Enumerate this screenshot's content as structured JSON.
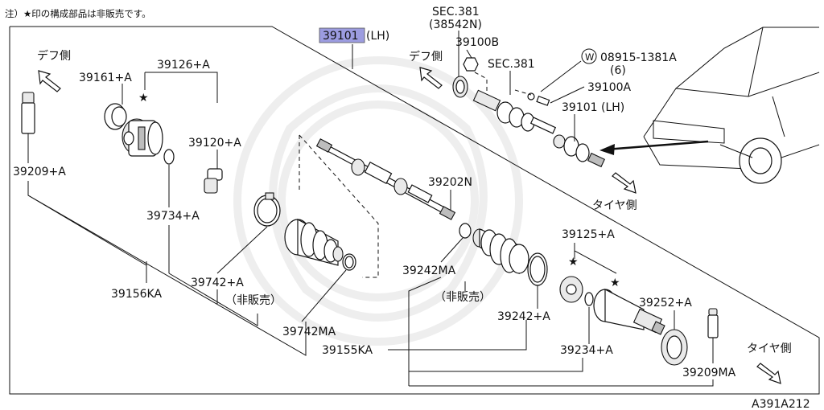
{
  "note": "注）★印の構成部品は非販売です。",
  "figure_code": "A391A212",
  "labels": {
    "title_part": "39101",
    "title_part_suffix": "(LH)",
    "diff_side_left": "デフ側",
    "diff_side_right": "デフ側",
    "tire_side_right": "タイヤ側",
    "tire_side_bottom": "タイヤ側",
    "p39161": "39161+A",
    "p39126": "39126+A",
    "p39120": "39120+A",
    "p39209": "39209+A",
    "p39734": "39734+A",
    "p39742": "39742+A",
    "not_for_sale_1": "（非販売）",
    "p39156": "39156KA",
    "p39742ma": "39742MA",
    "sec381_top": "SEC.381",
    "sec381_top_sub": "(38542N)",
    "p39100b": "39100B",
    "sec381_mid": "SEC.381",
    "w_symbol": "W",
    "bolt_no": "08915-1381A",
    "bolt_qty": "(6)",
    "p39100a": "39100A",
    "p39101": "39101 (LH)",
    "p39202n": "39202N",
    "p39242ma": "39242MA",
    "not_for_sale_2": "（非販売）",
    "p39242": "39242+A",
    "p39125": "39125+A",
    "p39252": "39252+A",
    "p39234": "39234+A",
    "p39155": "39155KA",
    "p39209ma": "39209MA"
  }
}
